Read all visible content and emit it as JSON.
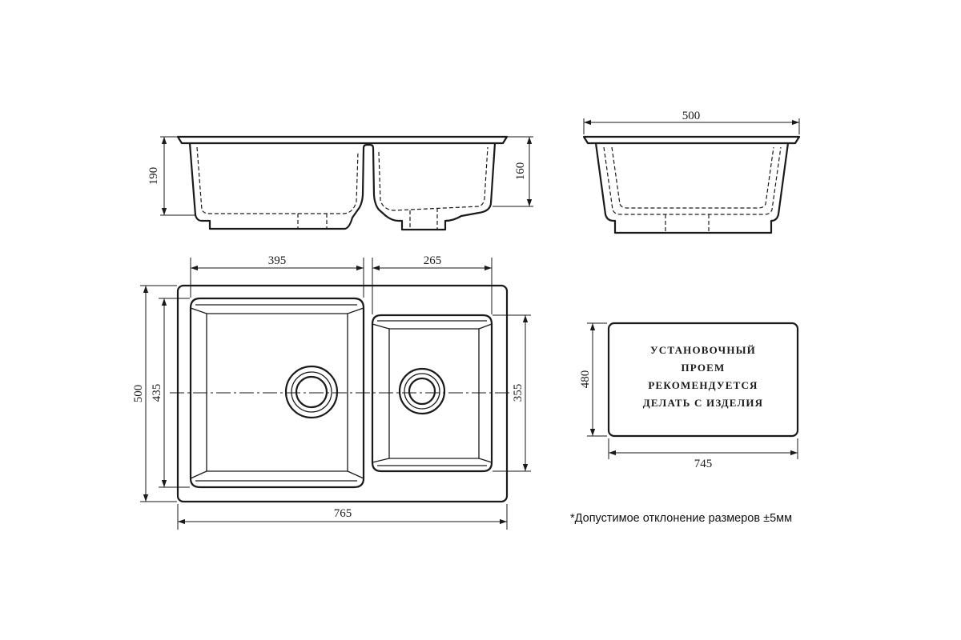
{
  "side_view_long": {
    "height_overall": "190",
    "height_bowl": "160"
  },
  "side_view_short": {
    "width": "500"
  },
  "top_view": {
    "bowl_large_width": "395",
    "bowl_small_width": "265",
    "overall_width": "765",
    "overall_depth": "500",
    "bowl_large_depth": "435",
    "bowl_small_depth": "355"
  },
  "cutout": {
    "width": "745",
    "depth": "480",
    "note_lines": [
      "УСТАНОВОЧНЫЙ",
      "ПРОЕМ",
      "РЕКОМЕНДУЕТСЯ",
      "ДЕЛАТЬ С ИЗДЕЛИЯ"
    ]
  },
  "footnote": "*Допустимое отклонение размеров ±5мм"
}
